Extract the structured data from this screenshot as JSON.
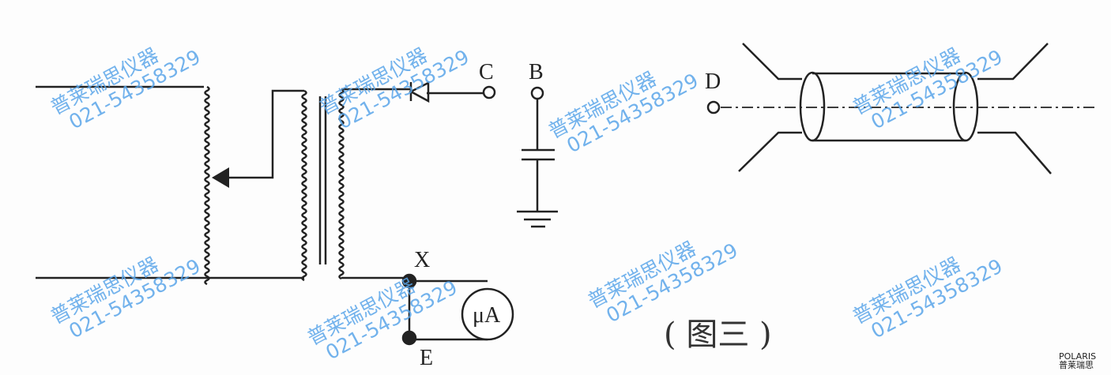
{
  "labels": {
    "C": "C",
    "B": "B",
    "X": "X",
    "E": "E",
    "D": "D",
    "meter": "μA"
  },
  "caption": "( 图三 )",
  "watermark": {
    "name": "普莱瑞思仪器",
    "phone": "021-54358329"
  },
  "logo": {
    "brand": "POLARIS",
    "cn": "普莱瑞思"
  },
  "colors": {
    "line": "#222222",
    "watermark": "#5aa6ea"
  }
}
